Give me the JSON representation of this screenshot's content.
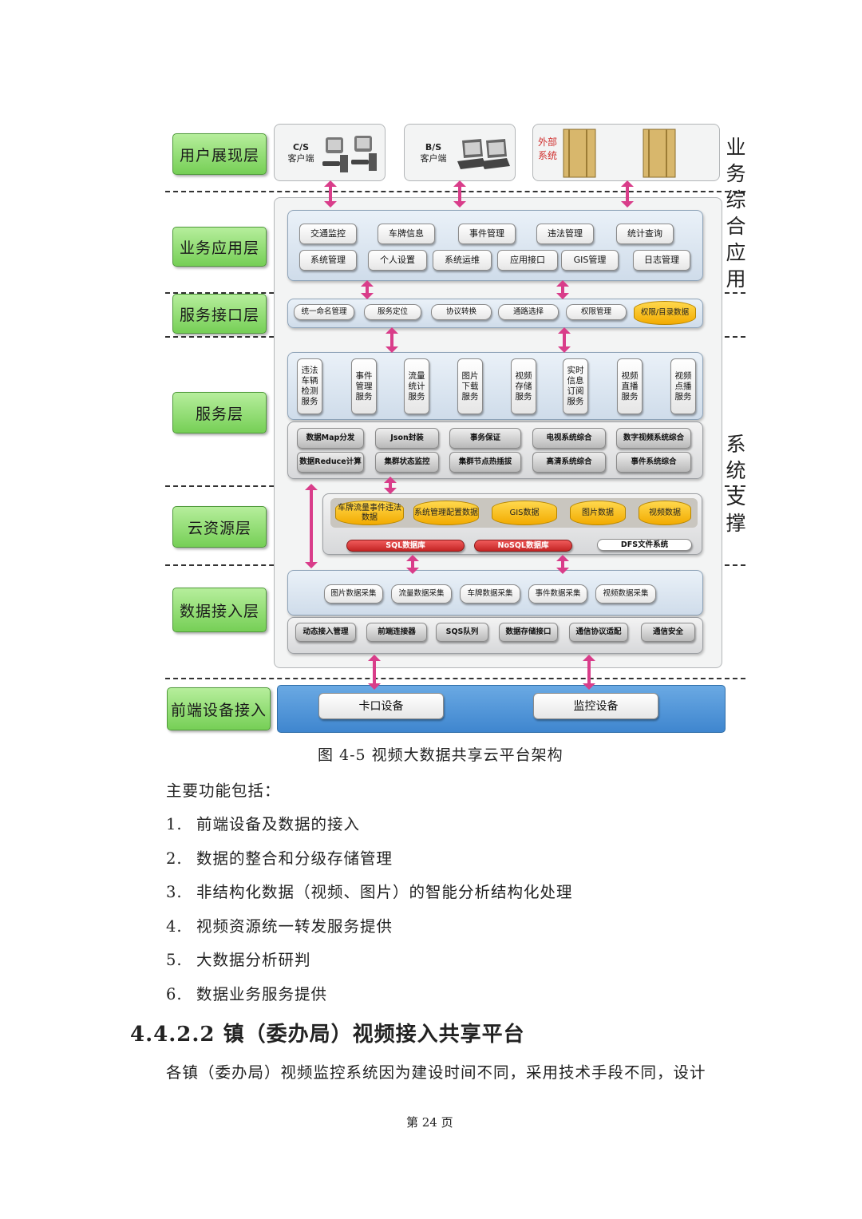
{
  "diagram": {
    "layers": {
      "user": "用户展现层",
      "app": "业务应用层",
      "interface": "服务接口层",
      "service": "服务层",
      "cloud": "云资源层",
      "data": "数据接入层",
      "frontend": "前端设备接入"
    },
    "side_labels": {
      "business": "业务综合应用",
      "system": "系统支撑"
    },
    "user_layer": {
      "cs_title": "C/S",
      "cs_sub": "客户端",
      "bs_title": "B/S",
      "bs_sub": "客户端",
      "external": "外部系统"
    },
    "app_row1": [
      "交通监控",
      "车牌信息",
      "事件管理",
      "违法管理",
      "统计查询"
    ],
    "app_row2": [
      "系统管理",
      "个人设置",
      "系统运维",
      "应用接口",
      "GIS管理",
      "日志管理"
    ],
    "interface_items": [
      "统一命名管理",
      "服务定位",
      "协议转换",
      "通路选择",
      "权限管理"
    ],
    "interface_cyl": "权限/目录数据",
    "service_vertical": [
      "违法车辆检测服务",
      "事件管理服务",
      "流量统计服务",
      "图片下载服务",
      "视频存储服务",
      "实时信息订阅服务",
      "视频直播服务",
      "视频点播服务"
    ],
    "service_row1": [
      "数据Map分发",
      "Json封装",
      "事务保证",
      "电视系统综合",
      "数字视频系统综合"
    ],
    "service_row2": [
      "数据Reduce计算",
      "集群状态监控",
      "集群节点热插拔",
      "高清系统综合",
      "事件系统综合"
    ],
    "cloud_cyl": [
      "车牌流量事件违法数据",
      "系统管理配置数据",
      "GIS数据",
      "图片数据",
      "视频数据"
    ],
    "cloud_db": [
      "SQL数据库",
      "NoSQL数据库",
      "DFS文件系统"
    ],
    "data_row1": [
      "图片数据采集",
      "流量数据采集",
      "车牌数据采集",
      "事件数据采集",
      "视频数据采集"
    ],
    "data_row2": [
      "动态接入管理",
      "前端连接器",
      "SQS队列",
      "数据存储接口",
      "通信协议适配",
      "通信安全"
    ],
    "frontend_items": [
      "卡口设备",
      "监控设备"
    ]
  },
  "caption": "图 4-5 视频大数据共享云平台架构",
  "intro": "主要功能包括：",
  "list": [
    {
      "num": "1.",
      "text": "前端设备及数据的接入"
    },
    {
      "num": "2.",
      "text": "数据的整合和分级存储管理"
    },
    {
      "num": "3.",
      "text": "非结构化数据（视频、图片）的智能分析结构化处理"
    },
    {
      "num": "4.",
      "text": "视频资源统一转发服务提供"
    },
    {
      "num": "5.",
      "text": "大数据分析研判"
    },
    {
      "num": "6.",
      "text": "数据业务服务提供"
    }
  ],
  "heading": "4.4.2.2 镇（委办局）视频接入共享平台",
  "paragraph": "各镇（委办局）视频监控系统因为建设时间不同，采用技术手段不同，设计",
  "footer": "第 24 页"
}
